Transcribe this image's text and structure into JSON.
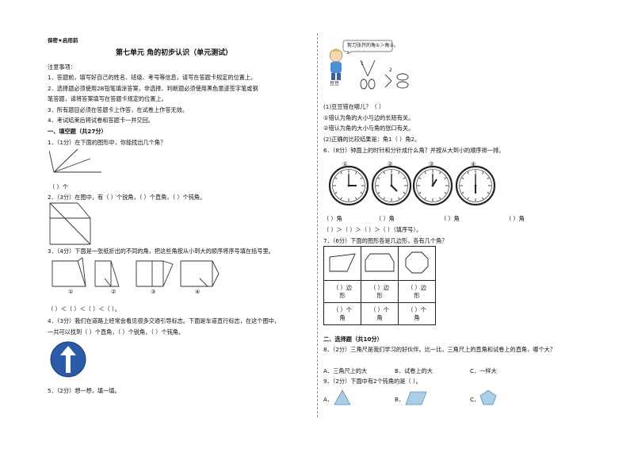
{
  "header": {
    "secret": "保密★启用前",
    "title": "第七单元 角的初步认识（单元测试）"
  },
  "notes": {
    "heading": "注意事项：",
    "items": [
      "1．答题前，填写好自己的姓名、班级、考号等信息，请写在答题卡规定的位置上。",
      "2．选择题必须使用2B铅笔填涂答案，非选择、判断题必须使用黑色墨迹签字笔或钢",
      "笔答题，请将答案填写在答题卡规定的位置上。",
      "3．所有题目必须在答题卡上作答，在试卷上作答无效。",
      "4．考试结束后将试卷和答题卡一并交回。"
    ]
  },
  "section1": {
    "heading": "一、填空题（共27分）"
  },
  "q1": {
    "text": "1．（1分）在下面的图形中，你能找出几个角？",
    "answer": "（        ）个"
  },
  "q2": {
    "text": "2．（3分）在图中，有（        ）个锐角，（        ）个直角，（        ）个钝角。"
  },
  "q3": {
    "text": "3．（4分）下面是一张纸折出的不同的角，把这些角按从小到大的顺序将序号填在括号里。",
    "labels": [
      "①",
      "②",
      "③",
      "④"
    ],
    "answer": "（        ）＜（        ）＜（        ）＜（        ）。"
  },
  "q4": {
    "line1": "4．（3分）我们在道路上经常会看见很多交通引导标志。下面是车道直行标志，在这个图中，",
    "line2": "一共可以找到（        ）个直角，（        ）个锐角，（        ）个钝角。"
  },
  "q5": {
    "text": "5．（2分）想一想，填一填。",
    "speech": "剪刀张开的角①＞角②。",
    "name": "豆豆",
    "label1": "1",
    "label2": "2",
    "sub1": "(1)豆豆错在哪儿？（        ）",
    "sub1a": "①错认为角的大小与边的长短有关。",
    "sub1b": "②错认为角的大小与角的张口有关。",
    "sub2": "(2)正确的比较结果是：角1（        ）角2。"
  },
  "q6": {
    "text": "6．（8分）钟面上的时针和分针成什么角？并按从大到小的顺序排一排。",
    "clock_labels": [
      "①",
      "②",
      "③",
      "④"
    ],
    "angle_row": [
      "（        ）角",
      "（        ）角",
      "（        ）角",
      "（        ）角"
    ],
    "order_row": "（        ）＞（        ）＞（        ）＞（        ）（填序号）。"
  },
  "q7": {
    "text": "7．（6分）下面的图形各是几边形，各有几个角？",
    "cell_sides": [
      "（   ）边",
      "（   ）边",
      "（   ）边"
    ],
    "cell_sides2": "形",
    "cell_angles": [
      "（   ）个",
      "（   ）个",
      "（   ）个"
    ],
    "cell_angles2": "角"
  },
  "section2": {
    "heading": "二、选择题（共10分）"
  },
  "q8": {
    "text": "8．（2分）三角尺是我们学习的好伙伴。比一比，三角尺上的直角和试卷上的直角，哪个大？",
    "options": [
      "A．三角尺上的大",
      "B．试卷上的大",
      "C．一样大"
    ]
  },
  "q9": {
    "text": "9．（2分）下面中有2个钝角的是（    ）。",
    "options": [
      "A．",
      "B．",
      "C．"
    ]
  },
  "colors": {
    "sign_blue": "#2a5aa8",
    "shape_fill": "#a9cfe8",
    "shape_stroke": "#5a8fb8"
  }
}
